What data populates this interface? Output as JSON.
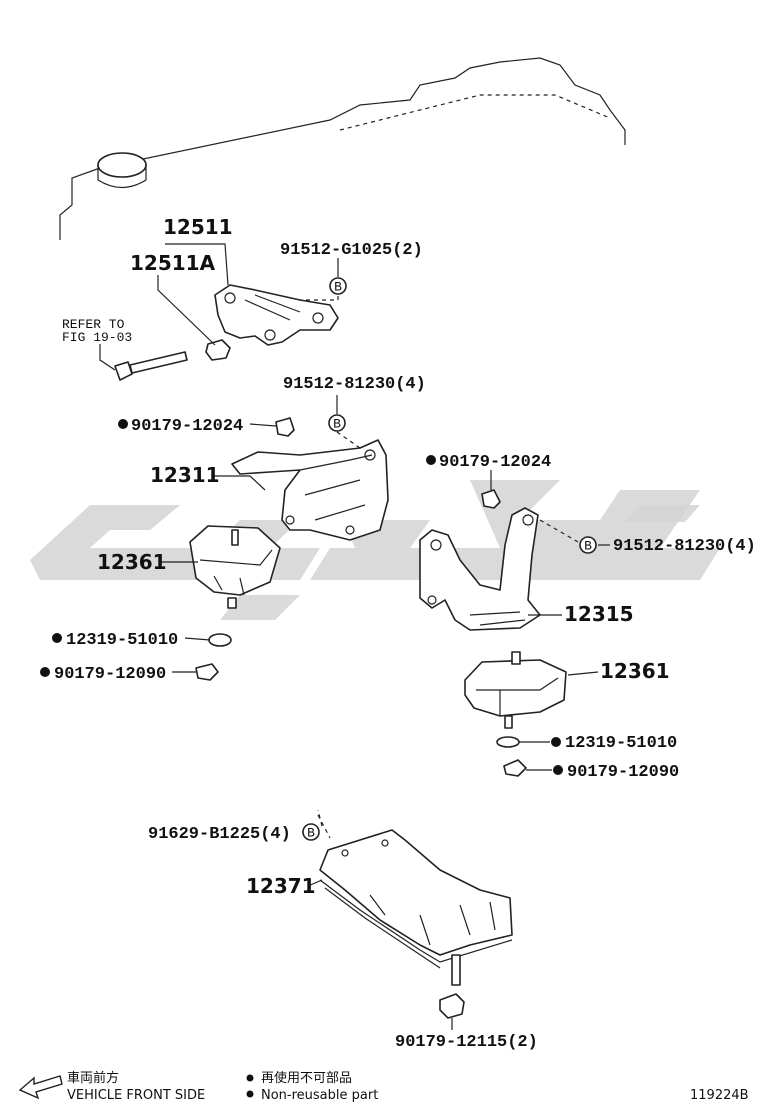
{
  "labels": {
    "p12511": "12511",
    "p12511a": "12511A",
    "p91512g": "91512-G1025(2)",
    "refer_l1": "REFER TO",
    "refer_l2": "FIG 19-03",
    "p91512_a": "91512-81230(4)",
    "p90179_12024_a": "90179-12024",
    "p12311": "12311",
    "p90179_12024_b": "90179-12024",
    "p91512_b": "91512-81230(4)",
    "p12361_a": "12361",
    "p12315": "12315",
    "p12319_a": "12319-51010",
    "p90179_12090_a": "90179-12090",
    "p12361_b": "12361",
    "p12319_b": "12319-51010",
    "p90179_12090_b": "90179-12090",
    "p91629": "91629-B1225(4)",
    "p12371": "12371",
    "p90179_12115": "90179-12115(2)"
  },
  "symbols": {
    "bolt_marker": "B",
    "nonreusable_dot": "●"
  },
  "footer": {
    "front_jp": "車両前方",
    "front_en": "VEHICLE FRONT SIDE",
    "nonreusable_jp": "再使用不可部品",
    "nonreusable_en": "Non-reusable part",
    "figure_code": "119224B"
  },
  "colors": {
    "line": "#222222",
    "watermark": "#d4d4d4"
  }
}
